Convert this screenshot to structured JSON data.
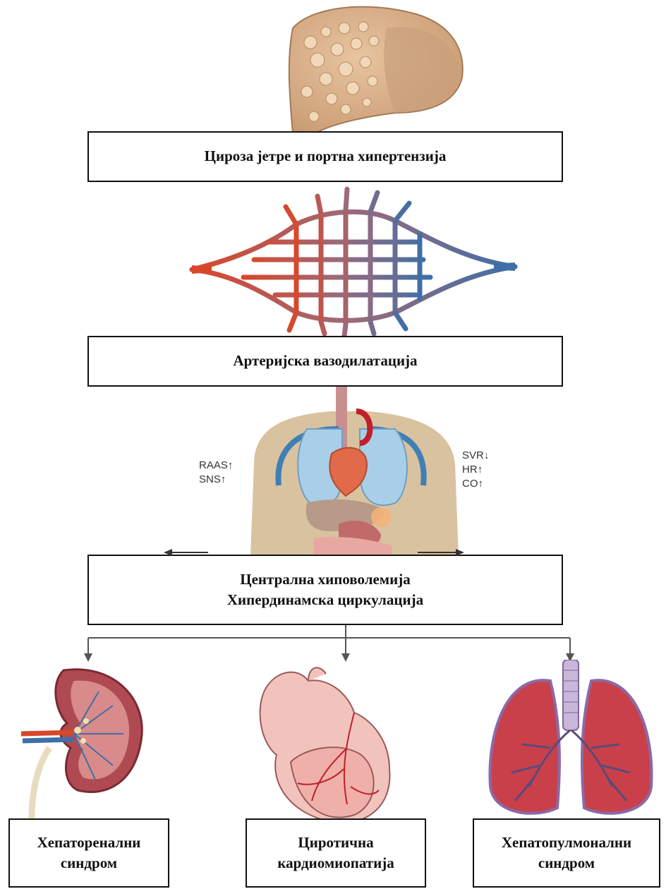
{
  "boxes": {
    "cirrhosis": "Цироза јетре и портна хипертензија",
    "vasodilation": "Артеријска вазодилатација",
    "central_line1": "Централна хиповолемија",
    "central_line2": "Хипердинамска циркулација",
    "hepatorenal_line1": "Хепаторенални",
    "hepatorenal_line2": "синдром",
    "cardio_line1": "Циротична",
    "cardio_line2": "кардиомиопатија",
    "hepatopulmonary_line1": "Хепатопулмонални",
    "hepatopulmonary_line2": "синдром"
  },
  "body_labels": {
    "left": [
      "RAAS↑",
      "SNS↑"
    ],
    "right": [
      "SVR↓",
      "HR↑",
      "CO↑"
    ]
  },
  "colors": {
    "artery": "#d9472b",
    "vein": "#3f6fa8",
    "liver": "#d9b08a",
    "skin": "#d9c29f",
    "lung_blue": "#a9cfe8",
    "heart": "#e06a4a",
    "kidney": "#b04a52",
    "lung_red": "#c9404a"
  },
  "icons": [
    "liver-illustration",
    "vascular-network-illustration",
    "torso-illustration",
    "kidney-illustration",
    "heart-illustration",
    "lungs-illustration"
  ]
}
